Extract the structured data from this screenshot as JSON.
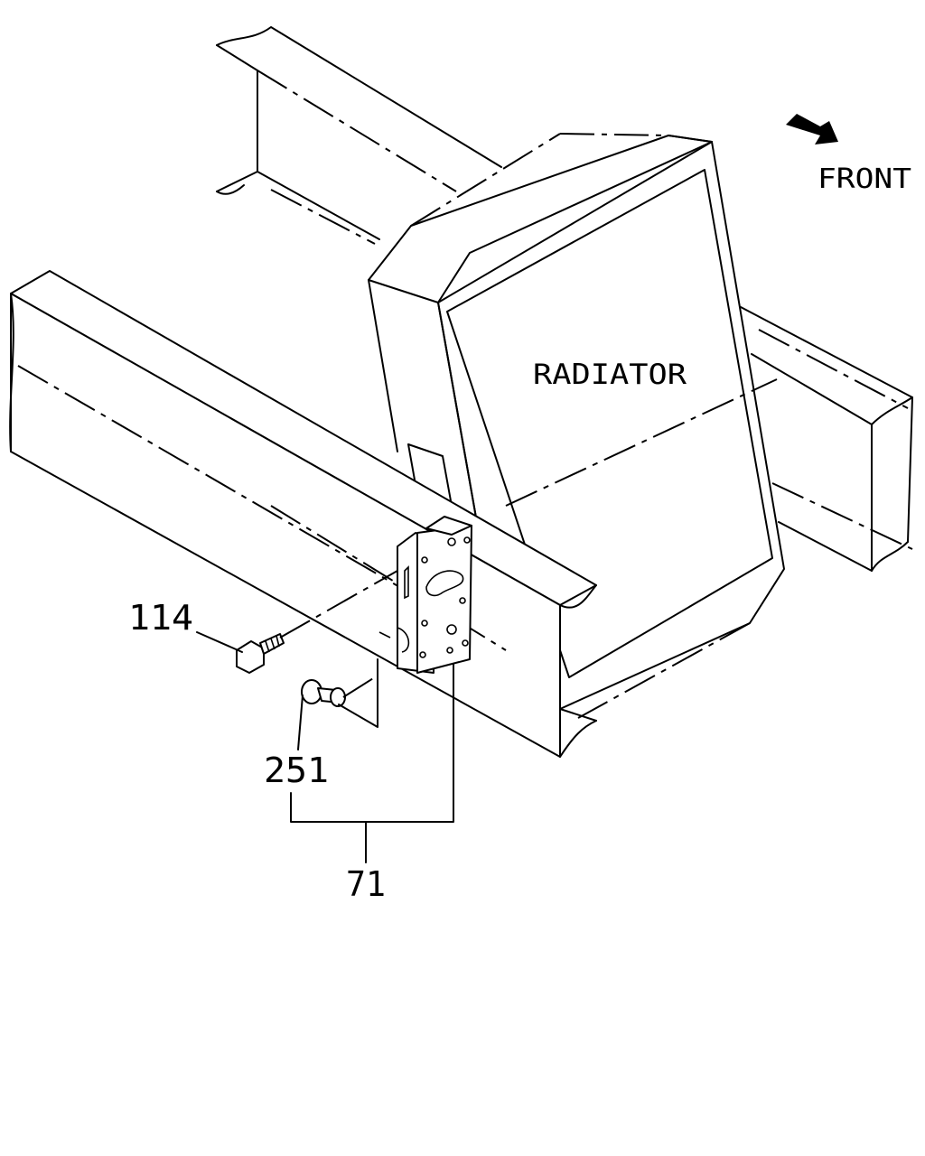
{
  "orientation": {
    "label": "FRONT",
    "icon": "arrow-icon"
  },
  "radiator": {
    "label": "RADIATOR"
  },
  "callouts": {
    "bolt": "114",
    "washer": "251",
    "bracket": "71"
  }
}
